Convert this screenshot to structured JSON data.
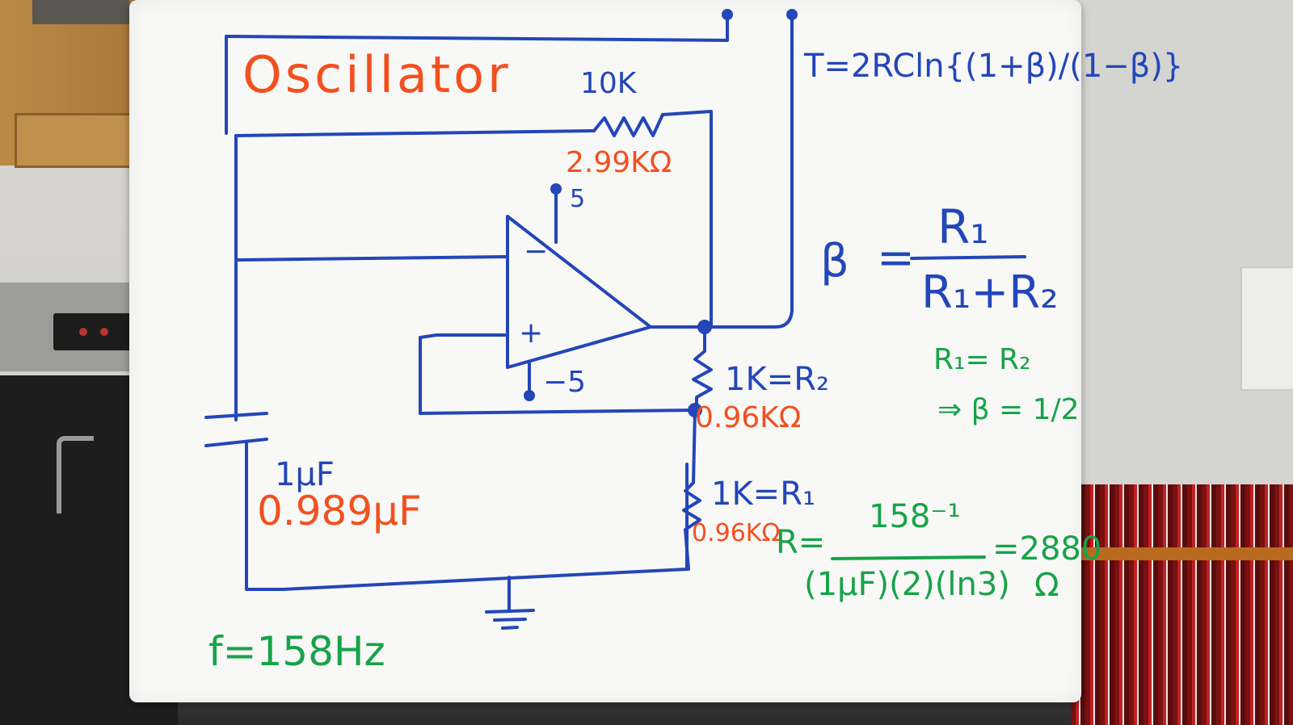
{
  "whiteboard": {
    "title": "Oscillator",
    "period_formula": "T=2RCln{(1+β)/(1−β)}",
    "beta_lhs": "β",
    "beta_eq": "=",
    "beta_numerator": "R₁",
    "beta_denominator": "R₁+R₂",
    "equal_resistors": "R₁= R₂",
    "beta_half": "⇒ β = 1/2",
    "feedback_resistor_nominal": "10K",
    "feedback_resistor_measured": "2.99KΩ",
    "supply_positive": "5",
    "supply_negative": "−5",
    "opamp_minus": "−",
    "opamp_plus": "+",
    "r2_nominal": "1K=R₂",
    "r2_measured": "0.96KΩ",
    "r1_nominal": "1K=R₁",
    "r1_measured": "0.96KΩ",
    "cap_nominal": "1μF",
    "cap_measured": "0.989μF",
    "r_lhs": "R=",
    "r_numerator": "158⁻¹",
    "r_denominator": "(1μF)(2)(ln3)",
    "r_result": "=2880",
    "r_unit": "Ω",
    "frequency": "f=158Hz"
  },
  "colors": {
    "ink_blue": "#2346b8",
    "ink_red": "#f2501f",
    "ink_green": "#17a349",
    "board": "#f8f8f6"
  }
}
